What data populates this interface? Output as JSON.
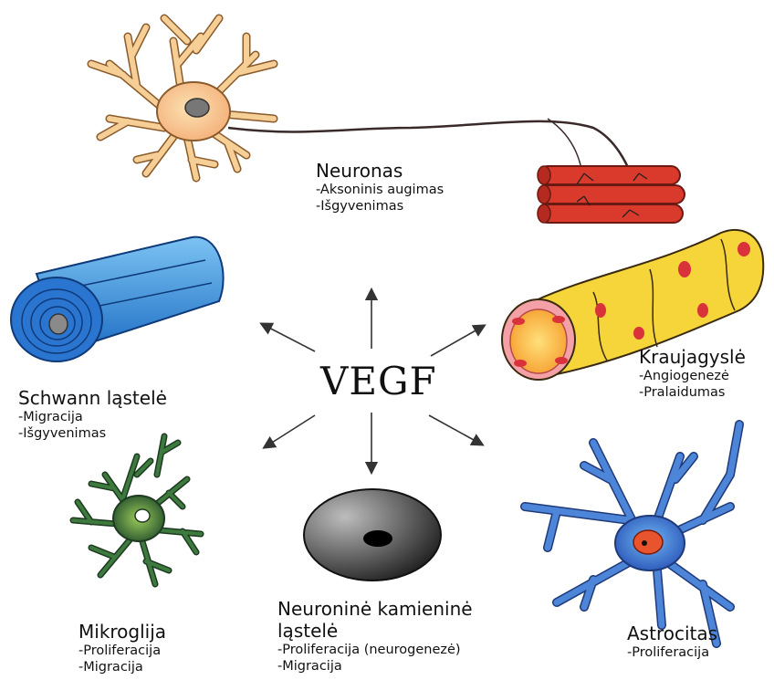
{
  "center_label": "VEGF",
  "cells": {
    "neuron": {
      "title": "Neuronas",
      "items": [
        "-Aksoninis augimas",
        "-Išgyvenimas"
      ]
    },
    "schwann": {
      "title": "Schwann ląstelė",
      "items": [
        "-Migracija",
        "-Išgyvenimas"
      ]
    },
    "vessel": {
      "title": "Kraujagyslė",
      "items": [
        "-Angiogenezė",
        "-Pralaidumas"
      ]
    },
    "microglia": {
      "title": "Mikroglija",
      "items": [
        "-Proliferacija",
        "-Migracija"
      ]
    },
    "stem": {
      "title_line1": "Neuroninė kamieninė",
      "title_line2": "ląstelė",
      "items": [
        "-Proliferacija (neurogenezė)",
        "-Migracija"
      ]
    },
    "astro": {
      "title": "Astrocitas",
      "items": [
        "-Proliferacija"
      ]
    }
  },
  "colors": {
    "neuron_body": "#f7c58a",
    "muscle": "#d93a2b",
    "schwann": "#3f8fd9",
    "vessel": "#f5d53a",
    "vessel_cells": "#d9323a",
    "microglia": "#2f6a35",
    "stem": "#333333",
    "astro": "#3f6fc9",
    "astro_nucleus": "#e8542e"
  }
}
